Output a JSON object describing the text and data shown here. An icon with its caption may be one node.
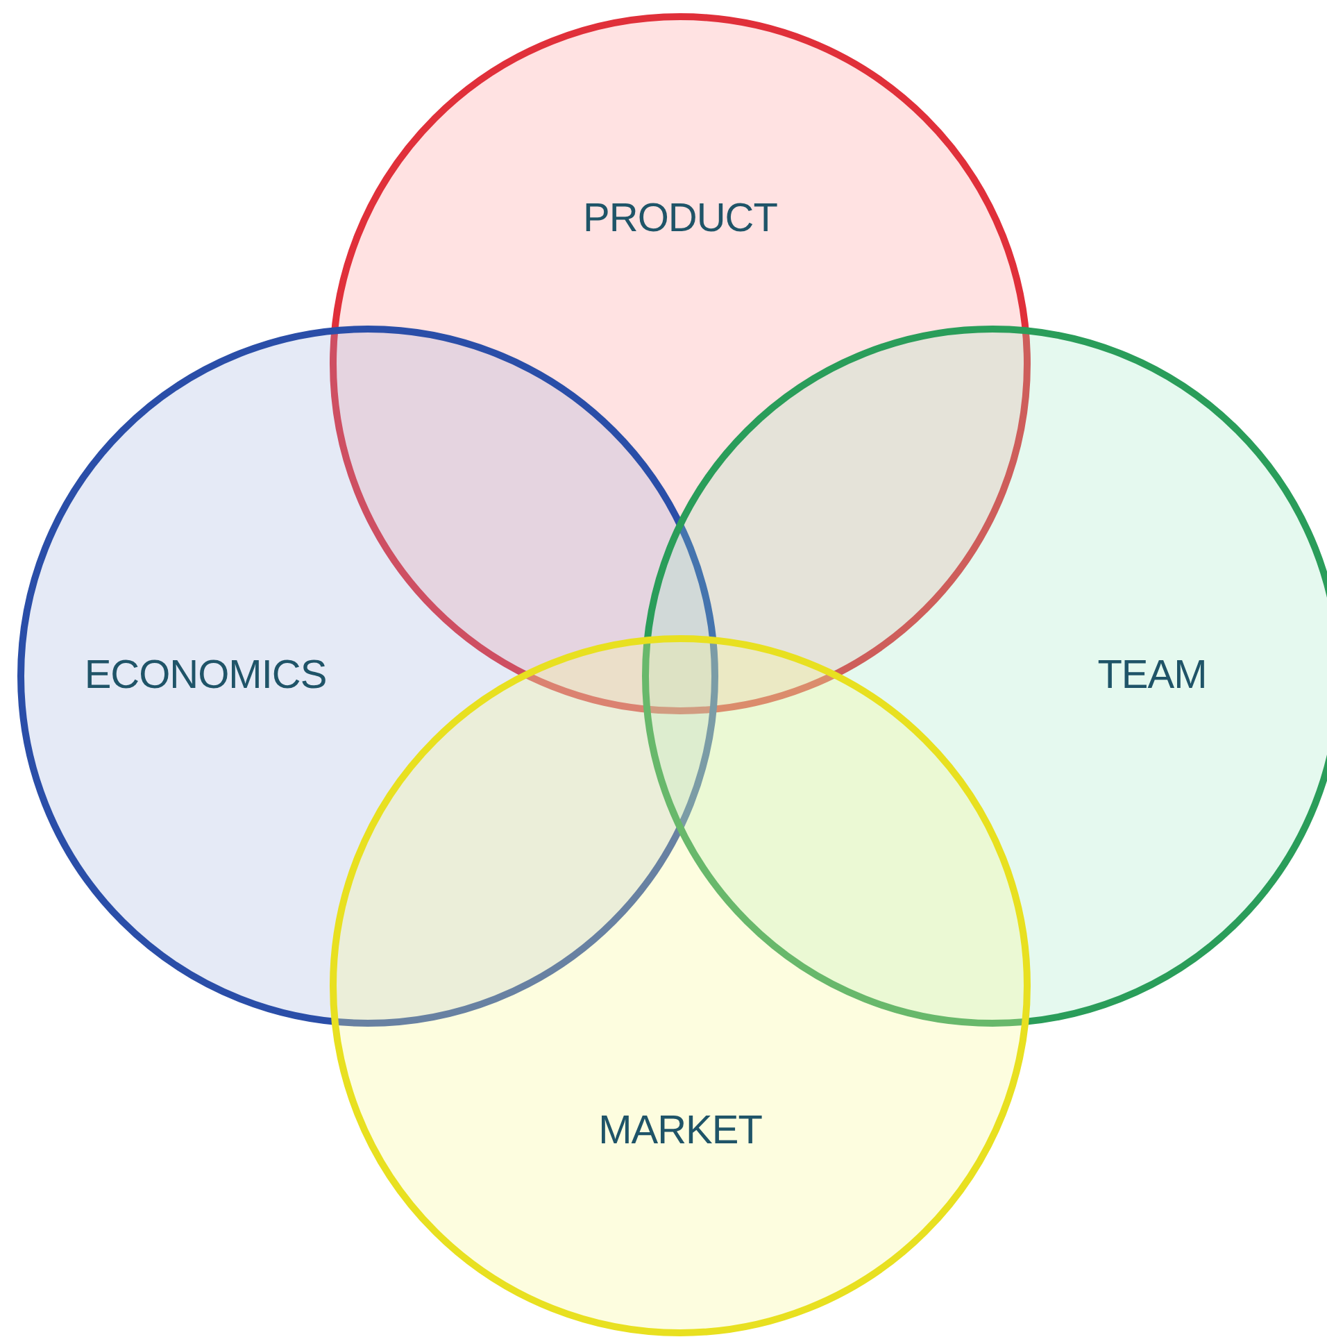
{
  "diagram": {
    "nodes": [
      {
        "text": [
          "PRODUCT"
        ]
      },
      {
        "text": [
          "ECONOMICS"
        ]
      },
      {
        "text": [
          "TEAM"
        ]
      },
      {
        "text": [
          "MARKET"
        ]
      }
    ]
  }
}
